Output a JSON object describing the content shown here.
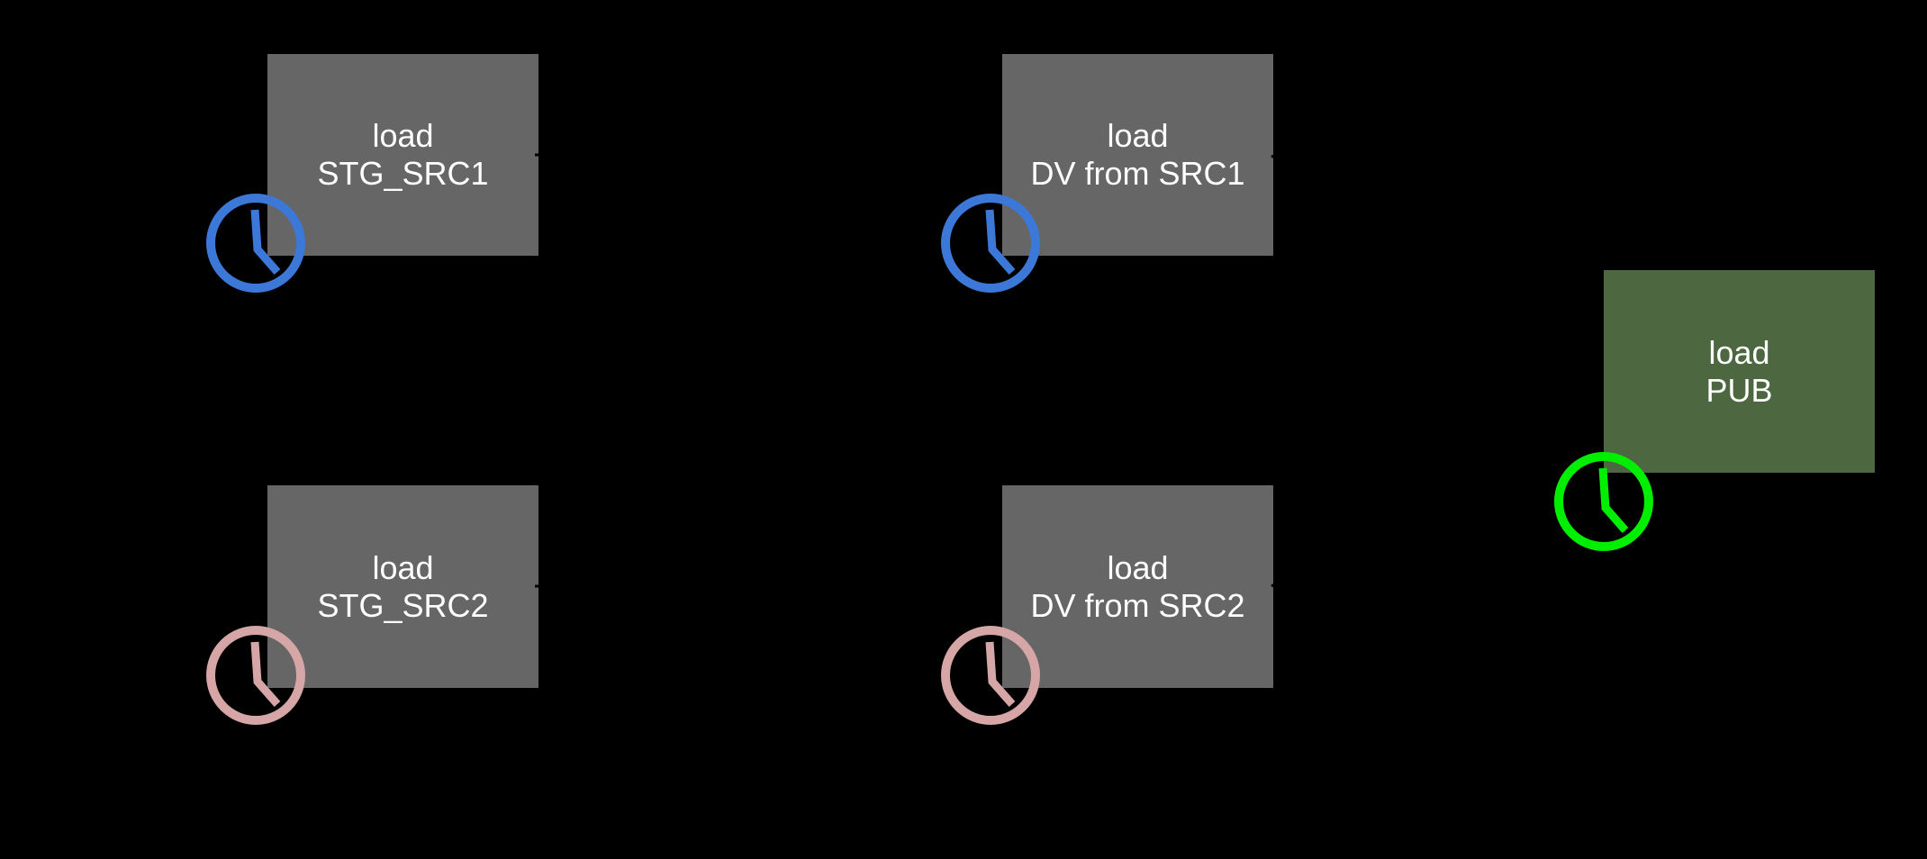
{
  "page": {
    "background_color": "#000000"
  },
  "diagram": {
    "edge_color": "#000000",
    "nodes": [
      {
        "id": "load-stg-src1",
        "lines": [
          "load",
          "STG_SRC1"
        ],
        "box_color": "#666666",
        "text_color": "#FFFFFF",
        "clock_color": "#3C78D8",
        "clock": "blue-clock"
      },
      {
        "id": "load-dv-from-src1",
        "lines": [
          "load",
          "DV from SRC1"
        ],
        "box_color": "#666666",
        "text_color": "#FFFFFF",
        "clock_color": "#3C78D8",
        "clock": "blue-clock"
      },
      {
        "id": "load-stg-src2",
        "lines": [
          "load",
          "STG_SRC2"
        ],
        "box_color": "#666666",
        "text_color": "#FFFFFF",
        "clock_color": "#D6A5A5",
        "clock": "pink-clock"
      },
      {
        "id": "load-dv-from-src2",
        "lines": [
          "load",
          "DV from SRC2"
        ],
        "box_color": "#666666",
        "text_color": "#FFFFFF",
        "clock_color": "#D6A5A5",
        "clock": "pink-clock"
      },
      {
        "id": "load-pub",
        "lines": [
          "load",
          "PUB"
        ],
        "box_color": "#4D6741",
        "text_color": "#FFFFFF",
        "clock_color": "#00EE00",
        "clock": "green-clock"
      }
    ],
    "edges": [
      {
        "from": "load-stg-src1",
        "to": "load-dv-from-src1"
      },
      {
        "from": "load-stg-src2",
        "to": "load-dv-from-src2"
      },
      {
        "from": "load-dv-from-src1",
        "to": "load-pub"
      },
      {
        "from": "load-dv-from-src2",
        "to": "load-pub"
      }
    ]
  }
}
